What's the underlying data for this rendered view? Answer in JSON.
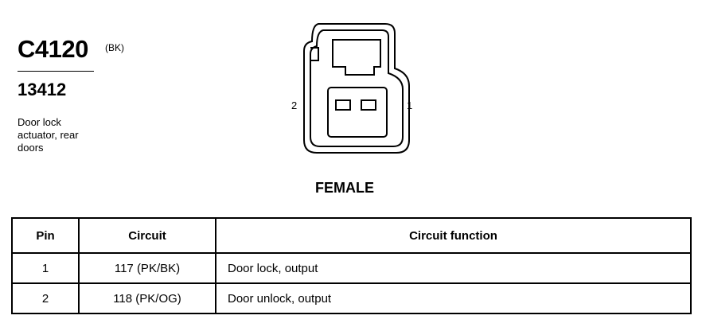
{
  "connector": {
    "id": "C4120",
    "color": "(BK)",
    "part_number": "13412",
    "description": [
      "Door lock",
      "actuator, rear",
      "doors"
    ],
    "pin_labels": {
      "left": "2",
      "right": "1"
    },
    "gender": "FEMALE"
  },
  "table": {
    "headers": {
      "pin": "Pin",
      "circuit": "Circuit",
      "function": "Circuit function"
    },
    "rows": [
      {
        "pin": "1",
        "circuit": "117 (PK/BK)",
        "function": "Door lock, output"
      },
      {
        "pin": "2",
        "circuit": "118 (PK/OG)",
        "function": "Door unlock, output"
      }
    ]
  }
}
